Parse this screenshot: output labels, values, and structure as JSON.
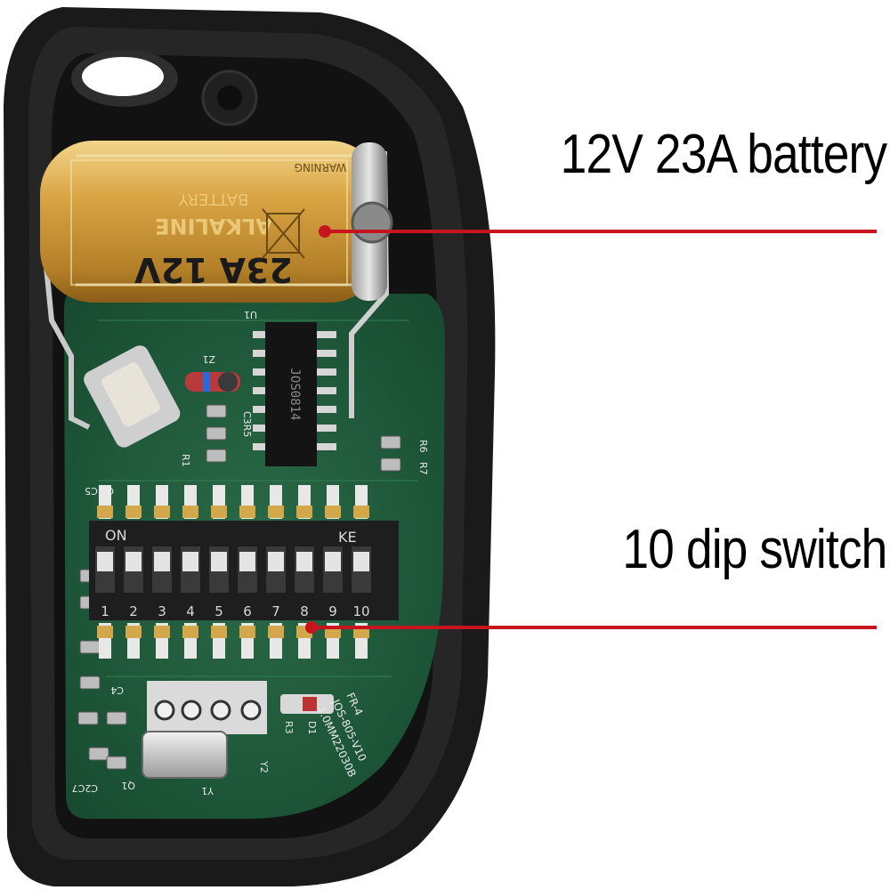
{
  "image": {
    "description_free": true,
    "colors": {
      "housing": "#1a1a1a",
      "pcb": "#1f5a3c",
      "battery_gold": "#d9a443",
      "callout_line": "#c8141e",
      "dip_body": "#1e1e1e"
    }
  },
  "callouts": [
    {
      "label": "12V 23A battery"
    },
    {
      "label": "10 dip switch"
    }
  ],
  "battery": {
    "line1": "23A 12V",
    "line2": "ALKALINE",
    "line3": "BATTERY",
    "warning": "WARNING"
  },
  "chip": {
    "marking": "JOS0814"
  },
  "dip_switch": {
    "on_label": "ON",
    "ke_label": "KE",
    "numbers": [
      "1",
      "2",
      "3",
      "4",
      "5",
      "6",
      "7",
      "8",
      "9",
      "10"
    ]
  },
  "pcb_silkscreen": {
    "u1": "U1",
    "z1": "Z1",
    "c3r5": "C3R5",
    "r1": "R1",
    "r6": "R6",
    "r7": "R7",
    "c6c5": "C6 C5",
    "c4": "C4",
    "d1": "D1",
    "r3": "R3",
    "y1": "Y1",
    "y2": "Y2",
    "q1": "Q1",
    "c2c7": "C2C7",
    "board_line1": "FR-4",
    "board_line2": "JOS-805-V10",
    "board_line3": "1.0MM22030B"
  }
}
